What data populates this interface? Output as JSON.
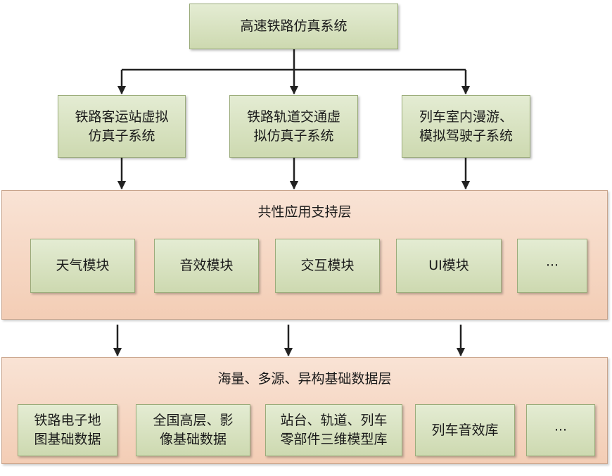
{
  "root": {
    "label": "高速铁路仿真系统"
  },
  "subsystems": [
    {
      "label": "铁路客运站虚拟\n仿真子系统"
    },
    {
      "label": "铁路轨道交通虚\n拟仿真子系统"
    },
    {
      "label": "列车室内漫游、\n模拟驾驶子系统"
    }
  ],
  "support_layer": {
    "title": "共性应用支持层",
    "modules": [
      {
        "label": "天气模块"
      },
      {
        "label": "音效模块"
      },
      {
        "label": "交互模块"
      },
      {
        "label": "UI模块"
      },
      {
        "label": "···"
      }
    ]
  },
  "data_layer": {
    "title": "海量、多源、异构基础数据层",
    "items": [
      {
        "label": "铁路电子地\n图基础数据"
      },
      {
        "label": "全国高层、影\n像基础数据"
      },
      {
        "label": "站台、轨道、列车\n零部件三维模型库"
      },
      {
        "label": "列车音效库"
      },
      {
        "label": "···"
      }
    ]
  },
  "colors": {
    "green_fill": "#d5e0bd",
    "green_border": "#9aab7a",
    "layer_fill": "#f6d8c4",
    "layer_border": "#c8a48c",
    "connector": "#222222"
  }
}
